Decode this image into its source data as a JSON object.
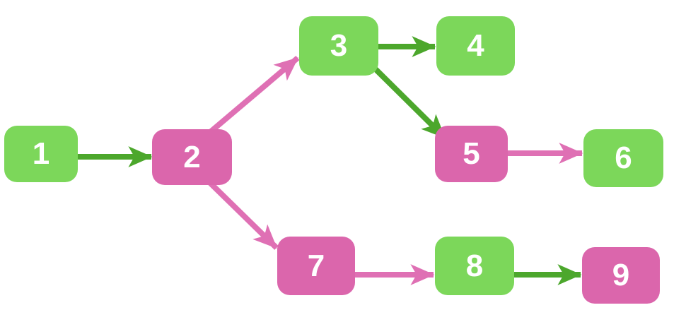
{
  "diagram": {
    "background": "#FFFFFF",
    "colors": {
      "node_green": "#7CD75A",
      "node_pink": "#DB66AC",
      "arrow_green": "#4CA72C",
      "arrow_pink": "#DF70B4",
      "node_text": "#FFFFFF"
    },
    "nodes": [
      {
        "id": "1",
        "label": "1",
        "color": "green"
      },
      {
        "id": "2",
        "label": "2",
        "color": "pink"
      },
      {
        "id": "3",
        "label": "3",
        "color": "green"
      },
      {
        "id": "4",
        "label": "4",
        "color": "green"
      },
      {
        "id": "5",
        "label": "5",
        "color": "pink"
      },
      {
        "id": "6",
        "label": "6",
        "color": "green"
      },
      {
        "id": "7",
        "label": "7",
        "color": "pink"
      },
      {
        "id": "8",
        "label": "8",
        "color": "green"
      },
      {
        "id": "9",
        "label": "9",
        "color": "pink"
      }
    ],
    "edges": [
      {
        "from": "1",
        "to": "2",
        "color": "green"
      },
      {
        "from": "2",
        "to": "3",
        "color": "pink"
      },
      {
        "from": "3",
        "to": "4",
        "color": "green"
      },
      {
        "from": "3",
        "to": "5",
        "color": "green"
      },
      {
        "from": "5",
        "to": "6",
        "color": "pink"
      },
      {
        "from": "2",
        "to": "7",
        "color": "pink"
      },
      {
        "from": "7",
        "to": "8",
        "color": "pink"
      },
      {
        "from": "8",
        "to": "9",
        "color": "green"
      }
    ]
  }
}
